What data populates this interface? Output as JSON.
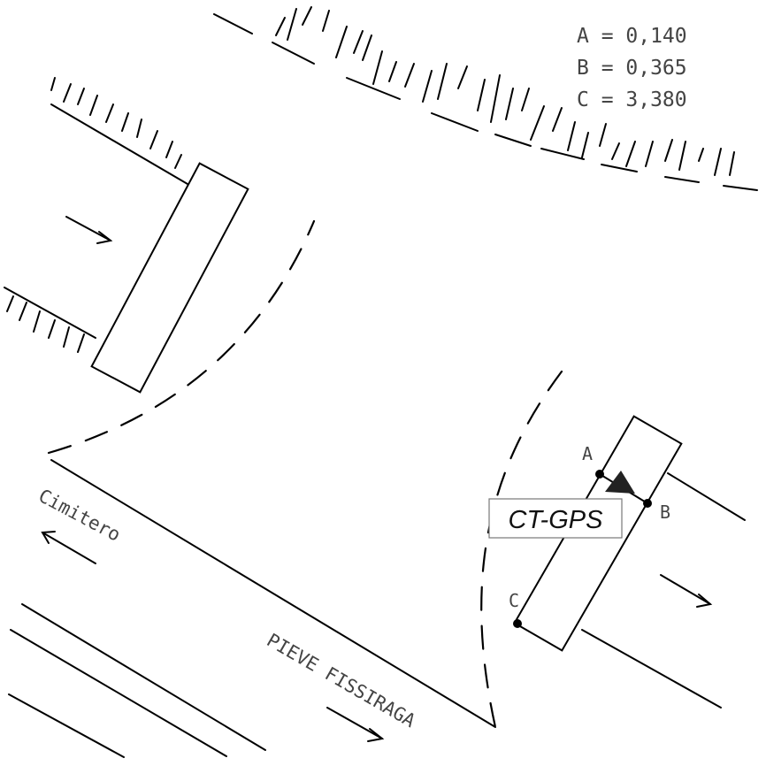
{
  "legend": {
    "line_a": "A = 0,140",
    "line_b": "B = 0,365",
    "line_c": "C = 3,380"
  },
  "labels": {
    "cimitero": "Cimitero",
    "pieve_fissiraga": "PIEVE FISSIRAGA",
    "point_a": "A",
    "point_b": "B",
    "point_c": "C",
    "ct_gps": "CT-GPS"
  },
  "icons": {
    "gps_marker": "triangle-marker-icon",
    "direction_arrows": "arrow-icon"
  },
  "colors": {
    "ink": "#000000",
    "text": "#444444",
    "background": "#ffffff"
  }
}
